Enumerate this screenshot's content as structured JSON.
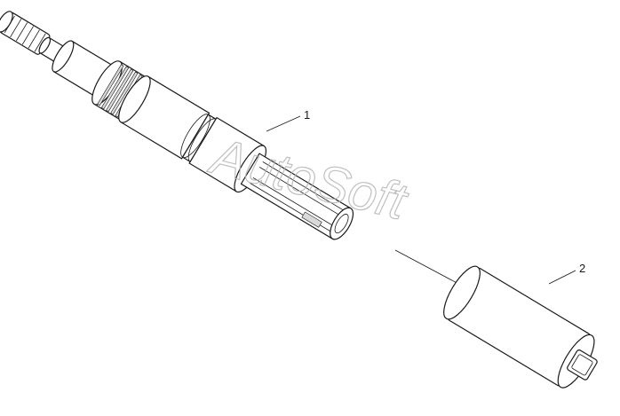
{
  "callouts": {
    "part1": "1",
    "part2": "2"
  },
  "watermark": {
    "text": "AutoSoft"
  },
  "colors": {
    "line": "#1a1a1a",
    "shade": "#d9d9d9",
    "watermark": "#b5b5b5",
    "background": "#ffffff"
  }
}
